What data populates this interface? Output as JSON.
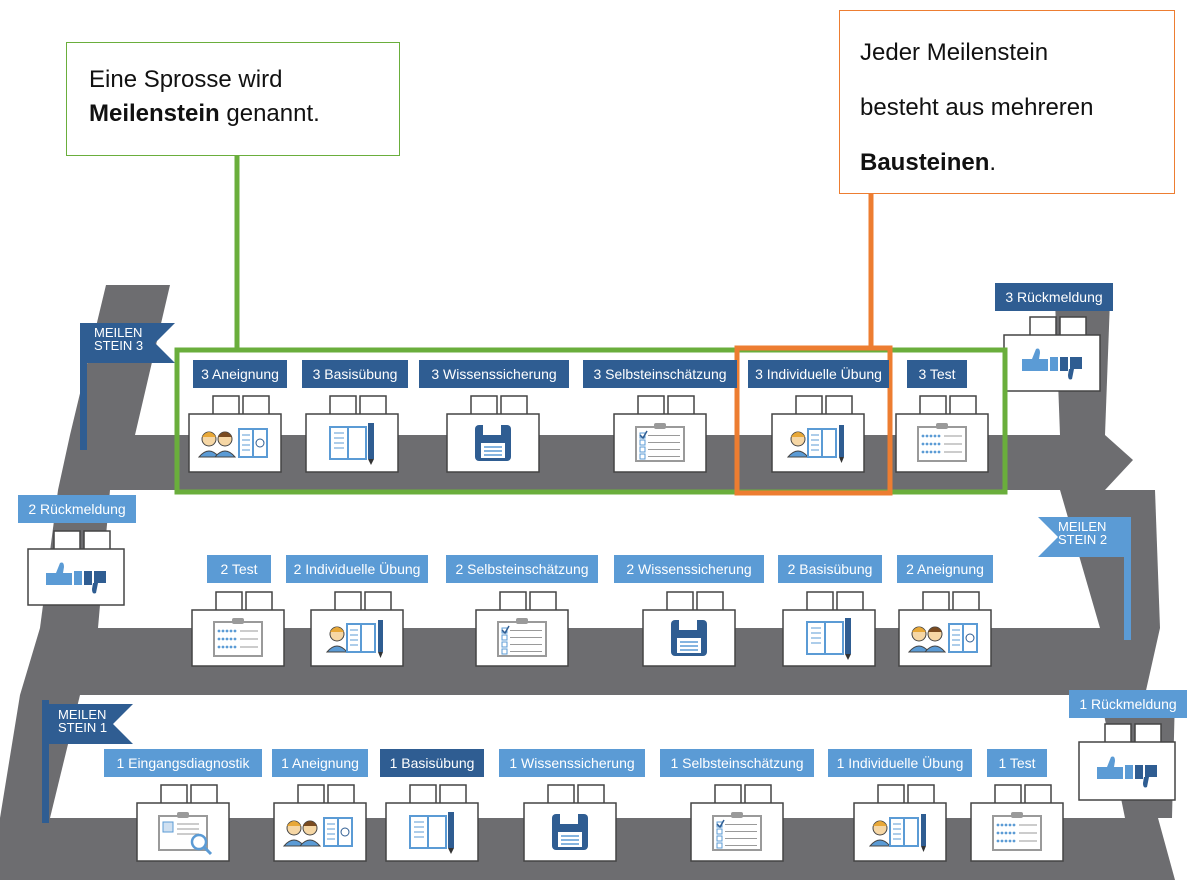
{
  "callouts": {
    "sprosse": {
      "prefix": "Eine Sprosse wird",
      "bold": "Meilenstein",
      "suffix": "genannt."
    },
    "meilenstein": {
      "line1": "Jeder Meilenstein",
      "line2": "besteht aus mehreren",
      "bold": "Bausteinen",
      "suffix": "."
    }
  },
  "flags": {
    "m3": [
      "MEILEN",
      "STEIN 3"
    ],
    "m2": [
      "MEILEN",
      "STEIN 2"
    ],
    "m1": [
      "MEILEN",
      "STEIN 1"
    ]
  },
  "rueckmeldung": {
    "r3": "3 Rückmeldung",
    "r2": "2 Rückmeldung",
    "r1": "1 Rückmeldung"
  },
  "rows": {
    "row3": [
      "3 Aneignung",
      "3 Basisübung",
      "3 Wissenssicherung",
      "3 Selbsteinschätzung",
      "3 Individuelle Übung",
      "3 Test"
    ],
    "row2": [
      "2  Test",
      "2 Individuelle Übung",
      "2 Selbsteinschätzung",
      "2 Wissenssicherung",
      "2 Basisübung",
      "2 Aneignung"
    ],
    "row1": [
      "1 Eingangsdiagnostik",
      "1 Aneignung",
      "1 Basisübung",
      "1 Wissenssicherung",
      "1 Selbsteinschätzung",
      "1 Individuelle Übung",
      "1 Test"
    ]
  },
  "icons": {
    "row3": [
      "learners-book-icon",
      "exercise-book-pencil-icon",
      "save-disk-icon",
      "checklist-clipboard-icon",
      "learner-book-pencil-icon",
      "rating-clipboard-icon"
    ],
    "row2": [
      "rating-clipboard-icon",
      "learner-book-pencil-icon",
      "checklist-clipboard-icon",
      "save-disk-icon",
      "exercise-book-pencil-icon",
      "learners-book-icon"
    ],
    "row1": [
      "diagnostic-magnifier-icon",
      "learners-book-icon",
      "exercise-book-pencil-icon",
      "save-disk-icon",
      "checklist-clipboard-icon",
      "learner-book-pencil-icon",
      "rating-clipboard-icon"
    ],
    "feedback": "thumbs-up-down-icon"
  },
  "colors": {
    "road": "#6d6d70",
    "dark_blue": "#2f5d92",
    "light_blue": "#5b9bd5",
    "green": "#6aae3c",
    "orange": "#ed7d31"
  }
}
